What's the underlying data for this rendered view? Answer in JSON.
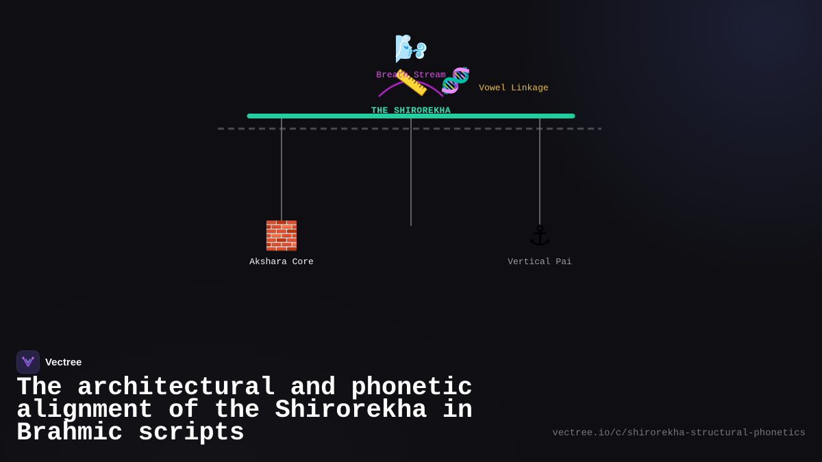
{
  "diagram": {
    "top_label": "THE SHIROREKHA",
    "breath_label": "Breath Stream",
    "vowel_label": "Vowel Linkage",
    "left_label": "Akshara Core",
    "right_label": "Vertical Pai",
    "icons": {
      "breath": "wind-face-icon",
      "ruler": "ruler-icon",
      "vowel": "dna-icon",
      "core": "brick-icon",
      "pillar": "anchor-icon"
    },
    "colors": {
      "headline_bar": "#1fcf9f",
      "arc": "#b01fc4",
      "breath_text": "#d94fe0",
      "vowel_text": "#e8b93a",
      "top_label_text": "#2fe0b6",
      "baseline_dash": "#4a4a52",
      "connector": "#7a7a82"
    }
  },
  "brand": {
    "name": "Vectree",
    "logo_icon": "vectree-logo-icon"
  },
  "title": "The architectural and phonetic alignment of the Shirorekha in Brahmic scripts",
  "source_url": "vectree.io/c/shirorekha-structural-phonetics"
}
